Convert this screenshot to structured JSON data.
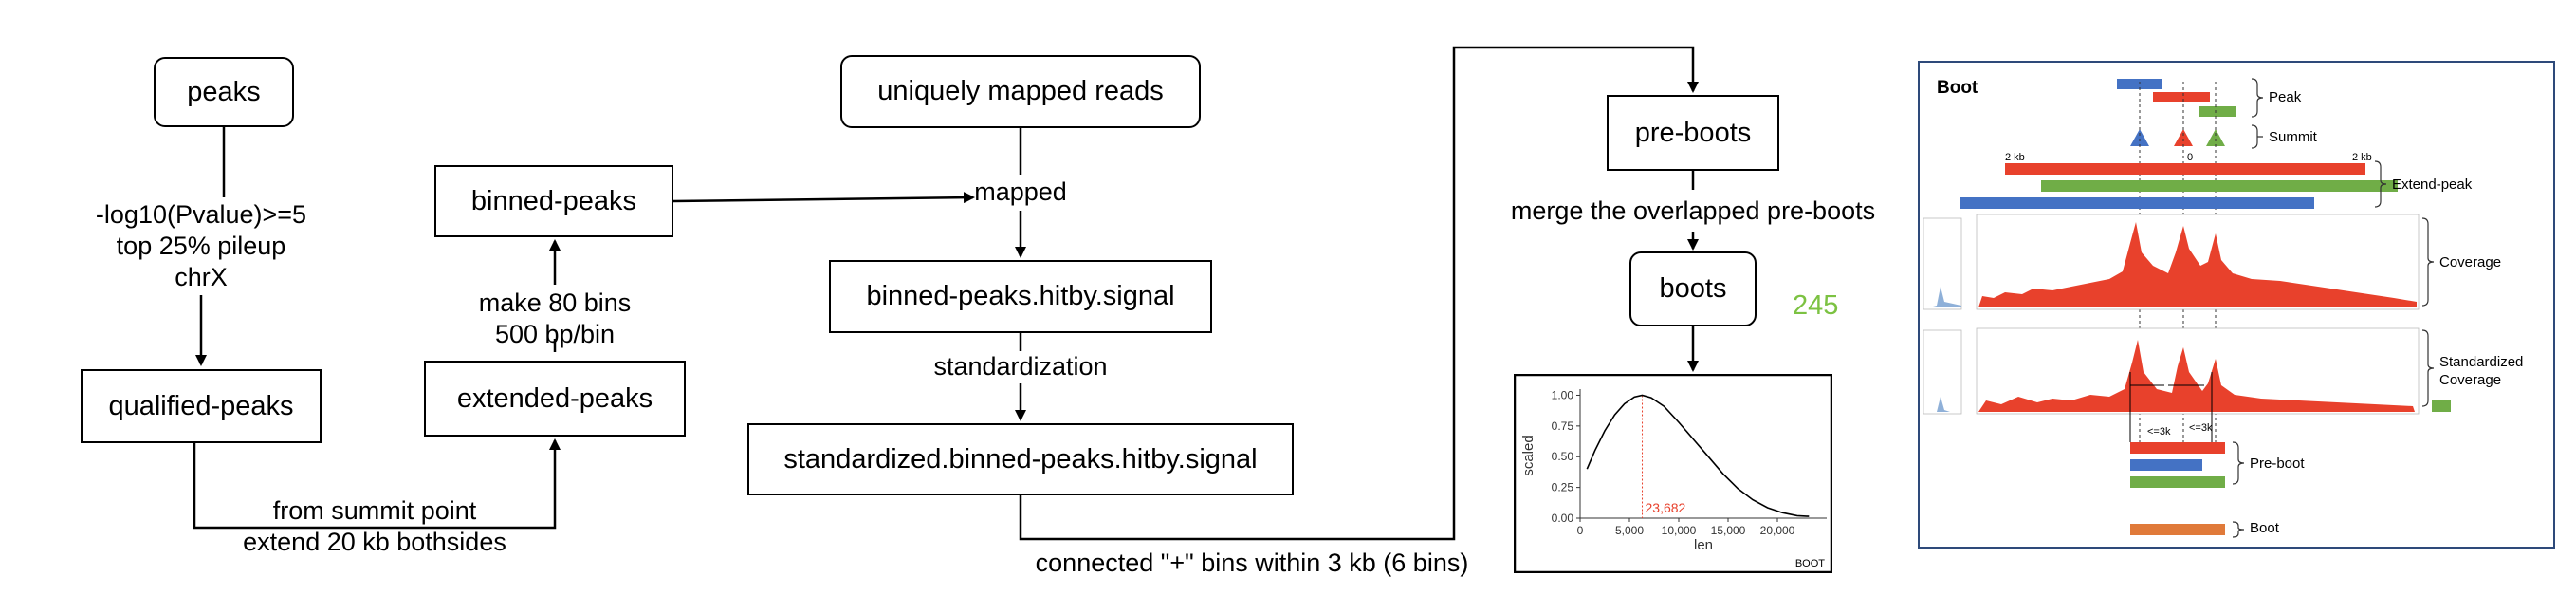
{
  "flow": {
    "peaks": "peaks",
    "filter_lines": [
      "-log10(Pvalue)>=5",
      "top 25% pileup",
      "chrX"
    ],
    "qualified_peaks": "qualified-peaks",
    "extend_lines": [
      "from summit point",
      "extend 20 kb bothsides"
    ],
    "extended_peaks": "extended-peaks",
    "bin_lines": [
      "make 80 bins",
      "500 bp/bin"
    ],
    "binned_peaks": "binned-peaks",
    "uniquely_mapped_reads": "uniquely mapped reads",
    "mapped": "mapped",
    "hitby_signal": "binned-peaks.hitby.signal",
    "standardization": "standardization",
    "standardized_signal": "standardized.binned-peaks.hitby.signal",
    "connected_bins": "connected \"+\" bins within 3 kb (6 bins)",
    "pre_boots": "pre-boots",
    "merge": "merge the overlapped pre-boots",
    "boots": "boots",
    "boots_count": "245"
  },
  "chart_data": {
    "type": "line",
    "xlabel": "len",
    "ylabel": "scaled",
    "xlim": [
      0,
      25000
    ],
    "ylim": [
      0,
      1.05
    ],
    "xticks": [
      0,
      5000,
      10000,
      15000,
      20000
    ],
    "xtick_labels": [
      "0",
      "5,000",
      "10,000",
      "15,000",
      "20,000"
    ],
    "yticks": [
      0,
      0.25,
      0.5,
      0.75,
      1.0
    ],
    "ytick_labels": [
      "0.00",
      "0.25",
      "0.50",
      "0.75",
      "1.00"
    ],
    "peak_x": 6300,
    "peak_label": "23,682",
    "corner_label": "BOOT",
    "grid": false,
    "x": [
      700,
      1500,
      2500,
      3500,
      4500,
      5500,
      6300,
      7200,
      8500,
      10000,
      11500,
      13000,
      14500,
      16000,
      17500,
      19000,
      20500,
      22000,
      23200
    ],
    "values": [
      0.4,
      0.55,
      0.71,
      0.84,
      0.93,
      0.985,
      1.0,
      0.98,
      0.91,
      0.78,
      0.64,
      0.5,
      0.36,
      0.24,
      0.15,
      0.085,
      0.045,
      0.02,
      0.015
    ]
  },
  "boot_panel": {
    "title": "Boot",
    "labels": {
      "peak": "Peak",
      "summit": "Summit",
      "extend_peak": "Extend-peak",
      "coverage": "Coverage",
      "standardized_coverage": [
        "Standardized",
        "Coverage"
      ],
      "pre_boot": "Pre-boot",
      "boot": "Boot"
    },
    "kb_left": "2 kb",
    "kb_zero": "0",
    "kb_right": "2 kb",
    "gap_left": "<=3k",
    "gap_right": "<=3k",
    "colors": {
      "blue": "#4472c4",
      "red": "#e8412c",
      "green": "#70ad47",
      "orange": "#e07a3a",
      "frame": "#2e4a7a"
    }
  }
}
